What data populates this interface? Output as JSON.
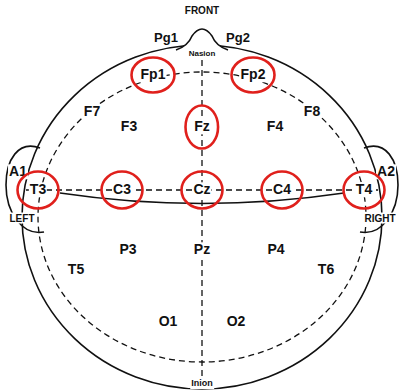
{
  "diagram": {
    "nodes": [
      {
        "text": [
          "Fp1"
        ]
      },
      {
        "text": [
          "Fp2"
        ]
      },
      {
        "text": [
          "Fz"
        ]
      },
      {
        "text": [
          "T3"
        ]
      },
      {
        "text": [
          "C3"
        ]
      },
      {
        "text": [
          "Cz"
        ]
      },
      {
        "text": [
          "C4"
        ]
      },
      {
        "text": [
          "T4"
        ]
      }
    ],
    "labels": [
      "FRONT",
      "Pg1",
      "Pg2",
      "Nasion",
      "F7",
      "F3",
      "F4",
      "F8",
      "A1",
      "A2",
      "LEFT",
      "RIGHT",
      "T5",
      "P3",
      "Pz",
      "P4",
      "T6",
      "O1",
      "O2",
      "Inion"
    ]
  }
}
